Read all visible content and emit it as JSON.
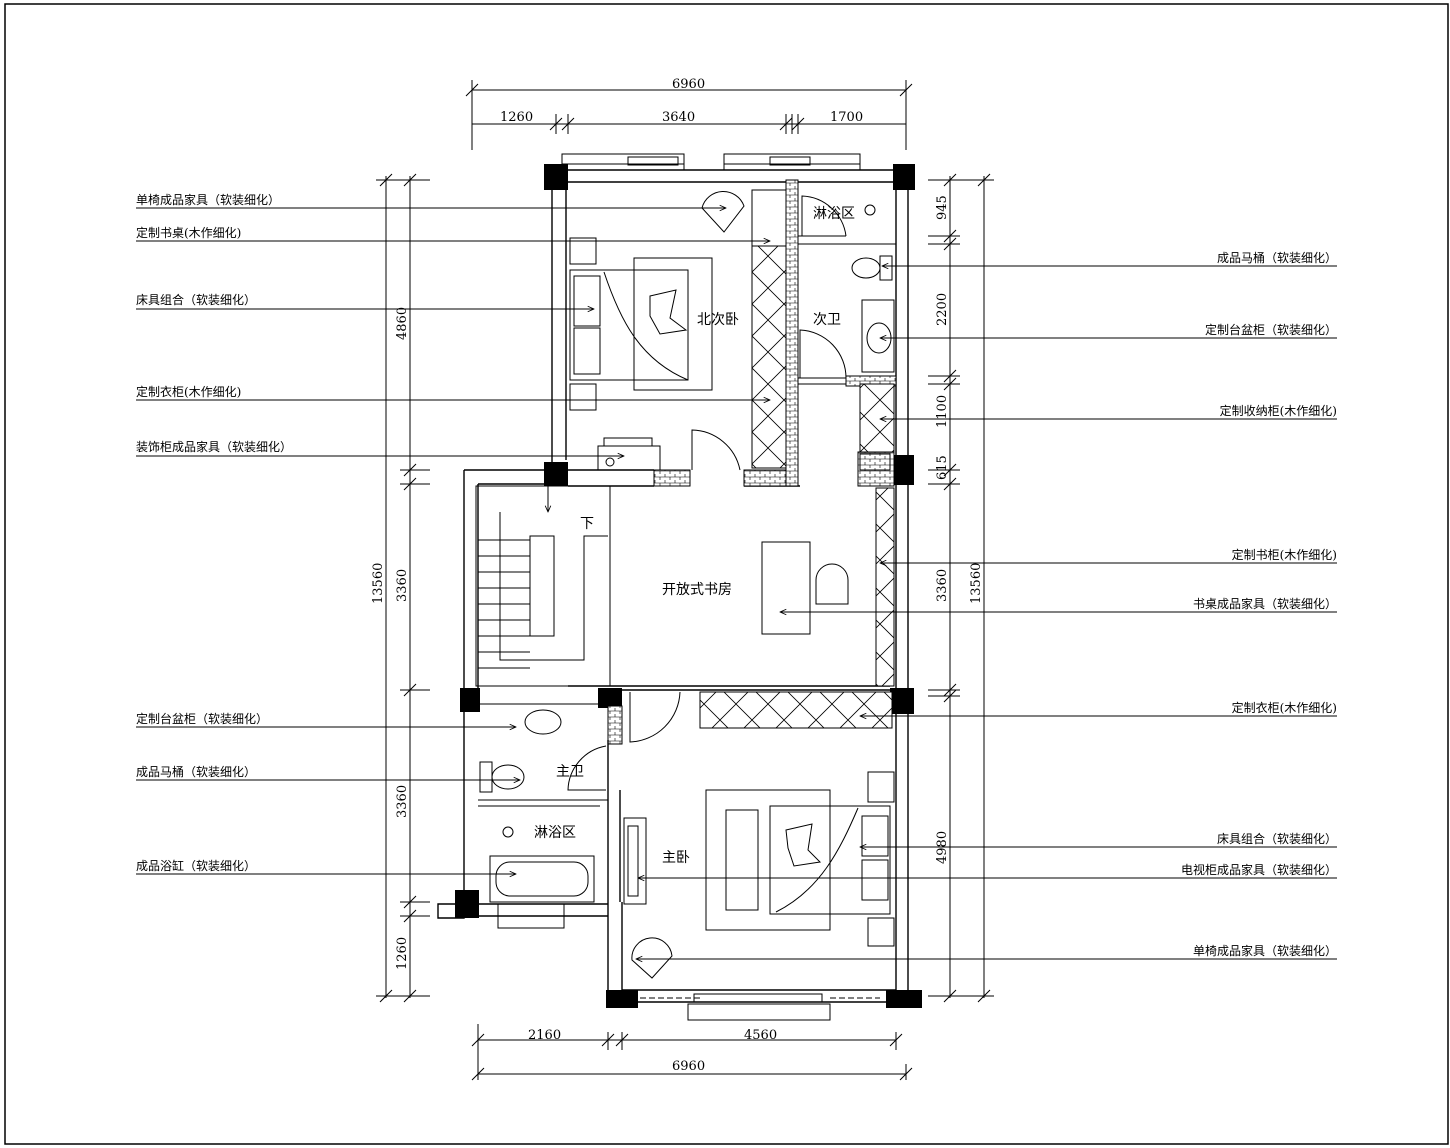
{
  "room_labels": {
    "north_bedroom": "北次卧",
    "shower_north": "淋浴区",
    "second_bath": "次卫",
    "open_study": "开放式书房",
    "stairs_down": "下",
    "master_bath": "主卫",
    "shower_south": "淋浴区",
    "master_bedroom": "主卧"
  },
  "dimensions": {
    "top_total": "6960",
    "top_seg_1": "1260",
    "top_seg_2": "3640",
    "top_seg_3": "1700",
    "bottom_seg_1": "2160",
    "bottom_seg_2": "4560",
    "bottom_total": "6960",
    "left_total": "13560",
    "left_seg_1": "4860",
    "left_seg_2": "3360",
    "left_seg_3": "3360",
    "left_seg_4": "1260",
    "right_total": "13560",
    "right_seg_1": "945",
    "right_seg_2": "2200",
    "right_seg_3": "1100",
    "right_seg_4": "615",
    "right_seg_5": "3360",
    "right_seg_6": "4980"
  },
  "annotations_left": [
    "单椅成品家具（软装细化）",
    "定制书桌(木作细化)",
    "床具组合（软装细化）",
    "定制衣柜(木作细化)",
    "装饰柜成品家具（软装细化）",
    "定制台盆柜（软装细化）",
    "成品马桶（软装细化）",
    "成品浴缸（软装细化）"
  ],
  "annotations_right": [
    "成品马桶（软装细化）",
    "定制台盆柜（软装细化）",
    "定制收纳柜(木作细化)",
    "定制书柜(木作细化)",
    "书桌成品家具（软装细化）",
    "定制衣柜(木作细化)",
    "床具组合（软装细化）",
    "电视柜成品家具（软装细化）",
    "单椅成品家具（软装细化）"
  ]
}
